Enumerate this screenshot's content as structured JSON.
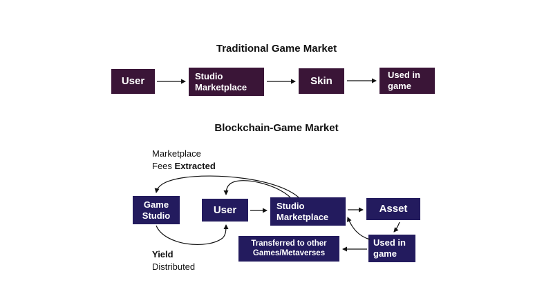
{
  "traditional": {
    "title": "Traditional Game Market",
    "nodes": {
      "user": "User",
      "studio_line1": "Studio",
      "studio_line2": "Marketplace",
      "skin": "Skin",
      "used_line1": "Used in",
      "used_line2": "game"
    }
  },
  "blockchain": {
    "title": "Blockchain-Game Market",
    "nodes": {
      "game_studio_line1": "Game",
      "game_studio_line2": "Studio",
      "user": "User",
      "studio_line1": "Studio",
      "studio_line2": "Marketplace",
      "asset": "Asset",
      "used_line1": "Used in",
      "used_line2": "game",
      "transferred_line1": "Transferred to other",
      "transferred_line2": "Games/Metaverses"
    },
    "notes": {
      "fees_line1": "Marketplace",
      "fees_line2_prefix": "Fees",
      "fees_line2_bold": "Extracted",
      "yield_line1": "Yield",
      "yield_line2": "Distributed"
    }
  },
  "colors": {
    "traditional_box": "#3a1537",
    "blockchain_box": "#231b5e",
    "arrow": "#111111"
  }
}
